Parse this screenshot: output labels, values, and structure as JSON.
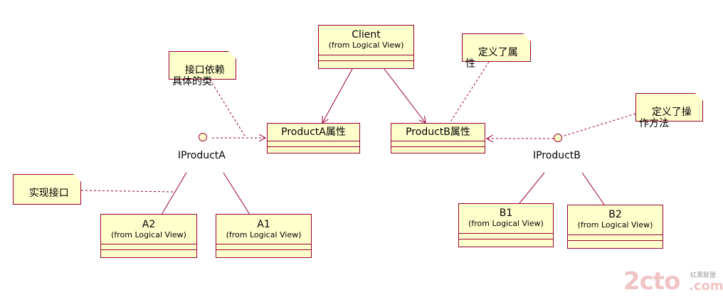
{
  "classes": {
    "client": {
      "name": "Client",
      "package": "(from Logical View)"
    },
    "product_a_attr": {
      "name": "ProductA属性"
    },
    "product_b_attr": {
      "name": "ProductB属性"
    },
    "a2": {
      "name": "A2",
      "package": "(from Logical View)"
    },
    "a1": {
      "name": "A1",
      "package": "(from Logical View)"
    },
    "b1": {
      "name": "B1",
      "package": "(from Logical View)"
    },
    "b2": {
      "name": "B2",
      "package": "(from Logical View)"
    }
  },
  "interfaces": {
    "iproduct_a": "IProductA",
    "iproduct_b": "IProductB"
  },
  "notes": {
    "interface_depends": "接口依赖\n具体的类",
    "defines_attr": "定义了属\n性",
    "defines_ops": "定义了操\n作方法",
    "implements": "实现接口"
  },
  "watermark": {
    "brand": "2cto",
    "domain": ".com",
    "tagline": "红黑联盟"
  },
  "colors": {
    "fill": "#ffffcc",
    "border": "#990033",
    "watermark": "#e8b0b0"
  }
}
